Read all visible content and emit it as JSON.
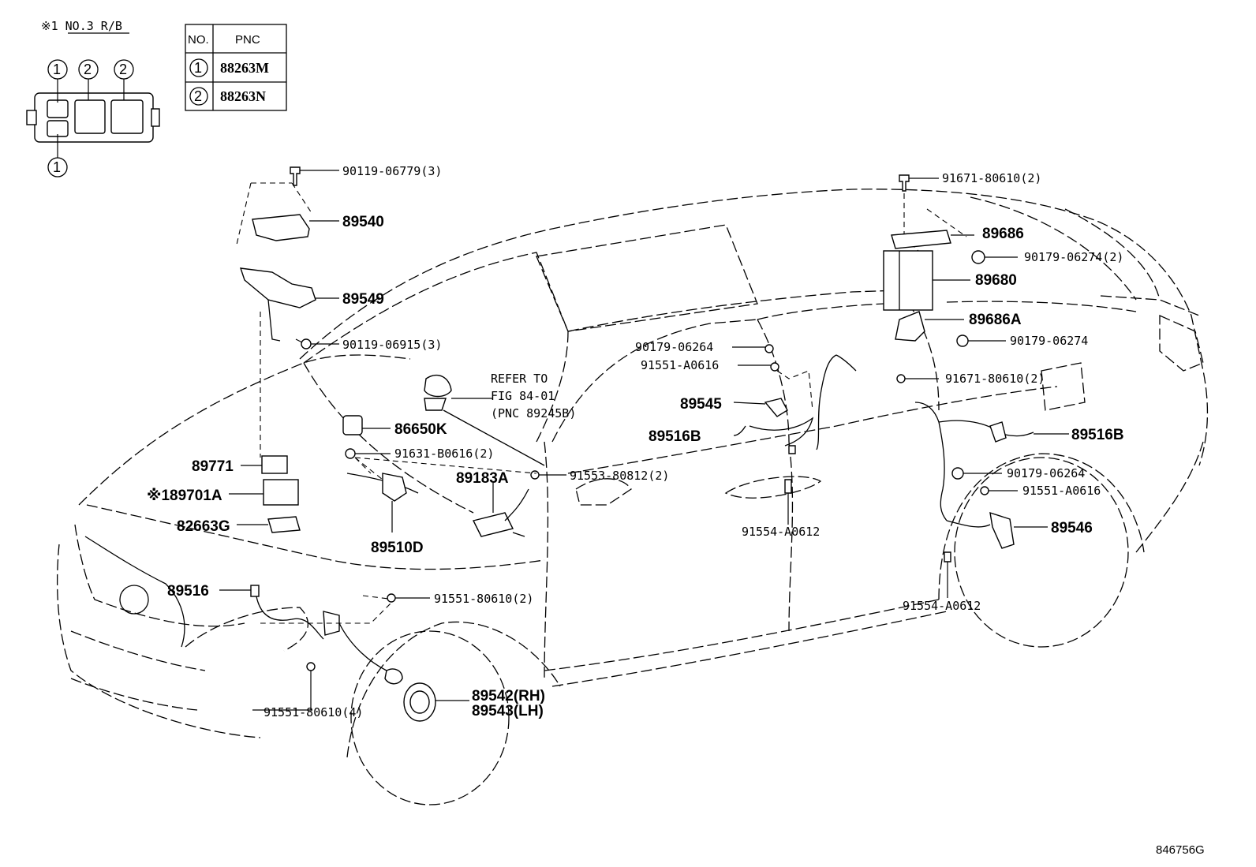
{
  "figure_code": "846756G",
  "note": {
    "label": "※1  NO.3 R/B"
  },
  "table": {
    "headers": [
      "NO.",
      "PNC"
    ],
    "rows": [
      {
        "no": "1",
        "pnc": "88263M"
      },
      {
        "no": "2",
        "pnc": "88263N"
      }
    ]
  },
  "rb_callouts": [
    "1",
    "2",
    "2",
    "1"
  ],
  "refer": [
    "REFER TO",
    "FIG 84-01",
    "(PNC 89245B)"
  ],
  "parts": {
    "p90119_06779": "90119-06779(3)",
    "p89540": "89540",
    "p89549": "89549",
    "p90119_06915": "90119-06915(3)",
    "p86650K": "86650K",
    "p91631_B0616": "91631-B0616(2)",
    "p89771": "89771",
    "p89701A": "※189701A",
    "p82663G": "82663G",
    "p89510D": "89510D",
    "p89183A": "89183A",
    "p91553_80812": "91553-80812(2)",
    "p89516": "89516",
    "p91551_80610_2": "91551-80610(2)",
    "p91551_80610_4": "91551-80610(4)",
    "p89542": "89542(RH)",
    "p89543": "89543(LH)",
    "p91671_80610_top": "91671-80610(2)",
    "p89686": "89686",
    "p90179_06274_2": "90179-06274(2)",
    "p89680": "89680",
    "p89686A": "89686A",
    "p90179_06274": "90179-06274",
    "p90179_06264_a": "90179-06264",
    "p91551_A0616_a": "91551-A0616",
    "p91671_80610_bot": "91671-80610(2)",
    "p89545": "89545",
    "p89516B_a": "89516B",
    "p89516B_b": "89516B",
    "p90179_06264_b": "90179-06264",
    "p91551_A0616_b": "91551-A0616",
    "p89546": "89546",
    "p91554_A0612_a": "91554-A0612",
    "p91554_A0612_b": "91554-A0612"
  }
}
